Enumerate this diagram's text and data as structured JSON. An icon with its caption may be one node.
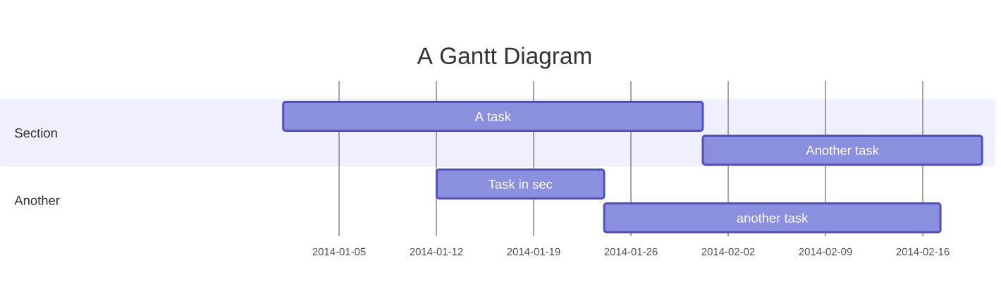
{
  "diagram": {
    "title": "A Gantt Diagram",
    "nodes": [
      {
        "text": [
          "Section"
        ]
      },
      {
        "text": [
          "A task"
        ],
        "in": 0
      },
      {
        "text": [
          "Another task"
        ],
        "in": 0
      },
      {
        "text": [
          "Another"
        ]
      },
      {
        "text": [
          "Task in sec"
        ]
      },
      {
        "text": [
          "another task"
        ]
      }
    ],
    "labels": [
      "2014-01-05",
      "2014-01-12",
      "2014-01-19",
      "2014-01-26",
      "2014-02-02",
      "2014-02-09",
      "2014-02-16"
    ]
  }
}
